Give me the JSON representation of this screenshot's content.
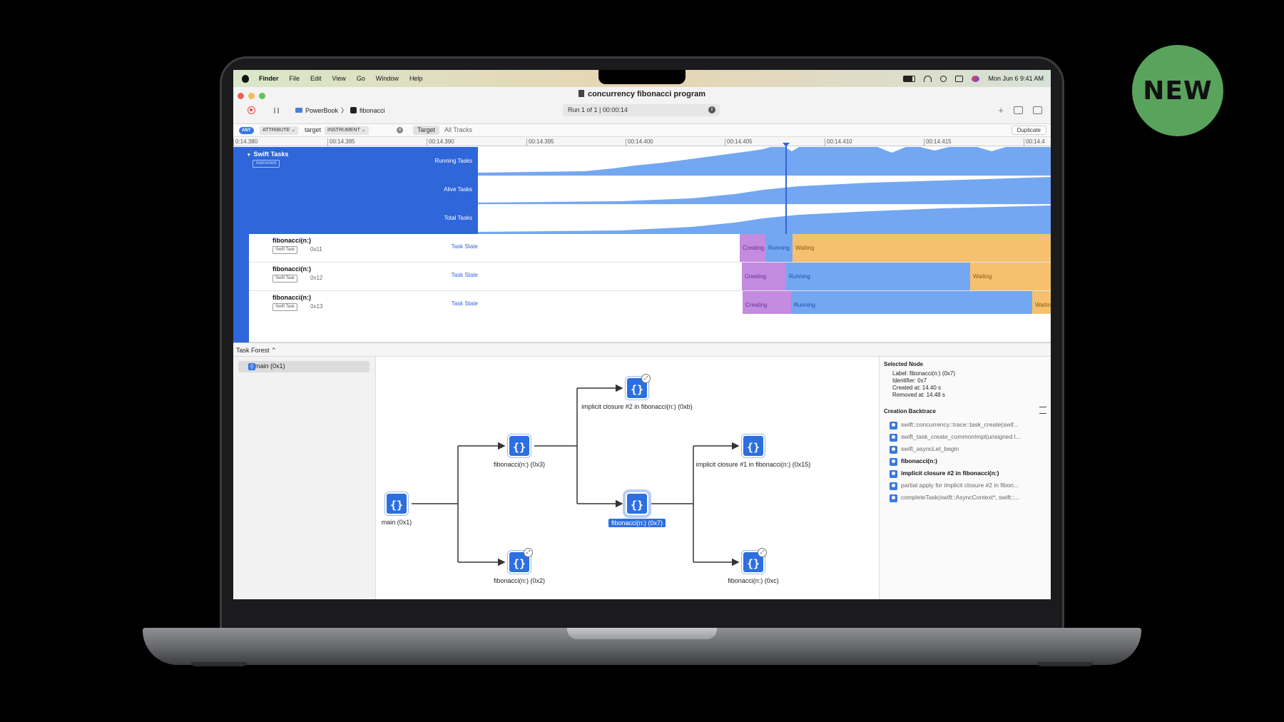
{
  "badge": {
    "label": "NEW"
  },
  "menubar": {
    "items": [
      "Finder",
      "File",
      "Edit",
      "View",
      "Go",
      "Window",
      "Help"
    ],
    "clock": "Mon Jun 6  9:41 AM"
  },
  "window": {
    "title": "concurrency fibonacci program",
    "target_device": "PowerBook",
    "target_app": "fibonacci",
    "run_status": "Run 1 of 1  |  00:00:14"
  },
  "filterbar": {
    "any": "ANY",
    "attribute": "ATTRIBUTE ⌄",
    "keyword": "target",
    "instrument": "INSTRUMENT ⌄",
    "target_tab": "Target",
    "all_tracks_tab": "All Tracks",
    "duplicate": "Duplicate"
  },
  "ruler": {
    "ticks": [
      "0:14.380",
      "00:14.385",
      "00:14.390",
      "00:14.395",
      "00:14.400",
      "00:14.405",
      "00:14.410",
      "00:14.415",
      "00:14.4"
    ]
  },
  "instrument": {
    "name": "Swift Tasks",
    "badge": "Instrument",
    "tracks": [
      "Running Tasks",
      "Alive Tasks",
      "Total Tasks"
    ]
  },
  "task_rows": [
    {
      "name": "fibonacci(n:)",
      "tag": "Swift Task",
      "id": "0x11",
      "track": "Task State",
      "segments": [
        {
          "state": "Creating",
          "label": "Creating"
        },
        {
          "state": "Running",
          "label": "Running"
        },
        {
          "state": "Waiting",
          "label": "Waiting"
        }
      ]
    },
    {
      "name": "fibonacci(n:)",
      "tag": "Swift Task",
      "id": "0x12",
      "track": "Task State",
      "segments": [
        {
          "state": "Creating",
          "label": "Creating"
        },
        {
          "state": "Running",
          "label": "Running"
        },
        {
          "state": "Waiting",
          "label": "Waiting"
        }
      ]
    },
    {
      "name": "fibonacci(n:)",
      "tag": "Swift Task",
      "id": "0x13",
      "track": "Task State",
      "segments": [
        {
          "state": "Creating",
          "label": "Creating"
        },
        {
          "state": "Running",
          "label": "Running"
        },
        {
          "state": "Waiting",
          "label": "Waitin"
        }
      ]
    }
  ],
  "detail": {
    "view_selector": "Task Forest ⌃",
    "forest_items": [
      "main (0x1)"
    ]
  },
  "graph": {
    "nodes": [
      {
        "label": "main (0x1)"
      },
      {
        "label": "fibonacci(n:) (0x3)"
      },
      {
        "label": "fibonacci(n:) (0x2)"
      },
      {
        "label": "implicit closure #2 in fibonacci(n:) (0xb)"
      },
      {
        "label": "fibonacci(n:) (0x7)",
        "selected": true
      },
      {
        "label": "implicit closure #1 in fibonacci(n:) (0x15)"
      },
      {
        "label": "fibonacci(n:) (0xc)"
      }
    ]
  },
  "inspector": {
    "selected_heading": "Selected Node",
    "label": "Label: fibonacci(n:) (0x7)",
    "identifier": "Identifier: 0x7",
    "created": "Created at: 14.40 s",
    "removed": "Removed at: 14.48 s",
    "backtrace_heading": "Creation Backtrace",
    "backtrace": [
      "swift::concurrency::trace::task_create(swif...",
      "swift_task_create_commonImpl(unsigned l...",
      "swift_asyncLet_begin",
      "fibonacci(n:)",
      "implicit closure #2 in fibonacci(n:)",
      "partial apply for implicit closure #2 in fibon...",
      "completeTask(swift::AsyncContext*, swift::..."
    ]
  },
  "colors": {
    "accent": "#2f66d9",
    "creating": "#c48ce0",
    "running": "#74a7f2",
    "waiting": "#f5c16e"
  }
}
